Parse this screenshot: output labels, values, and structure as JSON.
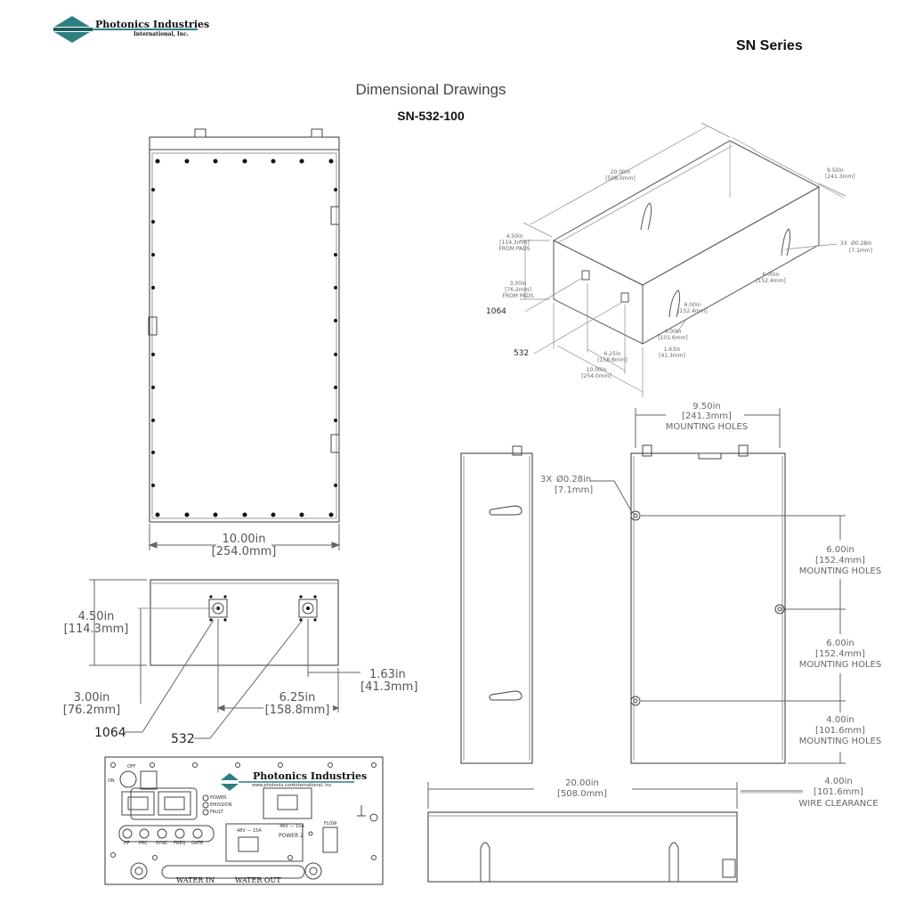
{
  "header": {
    "company_line1": "Photonics Industries",
    "company_line2": "International, Inc.",
    "series": "SN Series"
  },
  "section_title": "Dimensional Drawings",
  "model": "SN-532-100",
  "iso_view": {
    "length_in": "20.00in",
    "length_mm": "[508.0mm]",
    "depth_in": "9.50in",
    "depth_mm": "[241.3mm]",
    "height_in": "4.50in",
    "height_mm": "[114.3mm]",
    "height_note": "FROM PADS",
    "beam_in": "3.00in",
    "beam_mm": "[76.2mm]",
    "beam_note": "FROM PADS",
    "holes_count": "3X",
    "holes_dia": "Ø0.28in",
    "holes_mm": "[7.1mm]",
    "mh1_in": "6.00in",
    "mh1_mm": "[152.4mm]",
    "mh2_in": "6.00in",
    "mh2_mm": "[152.4mm]",
    "mh3_in": "4.00in",
    "mh3_mm": "[101.6mm]",
    "offset_in": "1.63in",
    "offset_mm": "[41.3mm]",
    "spacing_in": "6.25in",
    "spacing_mm": "[158.8mm]",
    "width_in": "10.00in",
    "width_mm": "[254.0mm]",
    "label_1064": "1064",
    "label_532": "532"
  },
  "top_view": {
    "width_in": "10.00in",
    "width_mm": "[254.0mm]"
  },
  "front_view": {
    "height_in": "4.50in",
    "height_mm": "[114.3mm]",
    "beam_in": "3.00in",
    "beam_mm": "[76.2mm]",
    "spacing_in": "6.25in",
    "spacing_mm": "[158.8mm]",
    "offset_in": "1.63in",
    "offset_mm": "[41.3mm]",
    "label_1064": "1064",
    "label_532": "532"
  },
  "side_view": {
    "mount_width_in": "9.50in",
    "mount_width_mm": "[241.3mm]",
    "mount_width_note": "MOUNTING HOLES",
    "holes_count": "3X",
    "holes_dia": "Ø0.28in",
    "holes_mm": "[7.1mm]",
    "mh1_in": "6.00in",
    "mh1_mm": "[152.4mm]",
    "mh1_note": "MOUNTING HOLES",
    "mh2_in": "6.00in",
    "mh2_mm": "[152.4mm]",
    "mh2_note": "MOUNTING HOLES",
    "mh3_in": "4.00in",
    "mh3_mm": "[101.6mm]",
    "mh3_note": "MOUNTING HOLES"
  },
  "bottom_view": {
    "length_in": "20.00in",
    "length_mm": "[508.0mm]",
    "wire_in": "4.00in",
    "wire_mm": "[101.6mm]",
    "wire_note": "WIRE CLEARANCE"
  },
  "rear_panel": {
    "brand": "Photonics Industries",
    "url": "www.photonix.com",
    "brand_sub": "International, Inc.",
    "off": "OFF",
    "on": "ON",
    "power": "POWER",
    "emission": "EMISSION",
    "fault": "FAULT",
    "ports": [
      "HF",
      "PRC",
      "SYNC",
      "FREQ",
      "GATE"
    ],
    "power1": "48V — 15A",
    "power2_rating": "48V — 15A",
    "power2": "POWER 2",
    "flow": "FLOW",
    "water_in": "WATER IN",
    "water_out": "WATER OUT"
  }
}
